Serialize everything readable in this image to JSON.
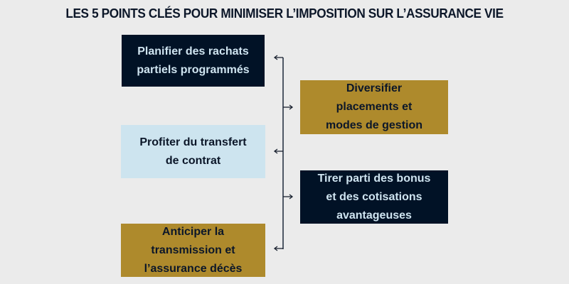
{
  "title": "LES 5 POINTS CLÉS POUR MINIMISER L’IMPOSITION SUR L’ASSURANCE VIE",
  "colors": {
    "background": "#ebebeb",
    "navy": "#011226",
    "gold": "#ae8a2c",
    "light_blue": "#cde4ef",
    "dark_text": "#0c1729",
    "light_text": "#cfe4f0",
    "connector": "#4f5866"
  },
  "points": [
    {
      "label": "Planifier des rachats partiels programmés",
      "style": "navy",
      "side": "left"
    },
    {
      "label": "Diversifier placements et modes de gestion",
      "style": "gold",
      "side": "right"
    },
    {
      "label": "Profiter du transfert de contrat",
      "style": "light-blue",
      "side": "left"
    },
    {
      "label": "Tirer parti des bonus et des cotisations avantageuses",
      "style": "navy",
      "side": "right"
    },
    {
      "label": "Anticiper la transmission et l’assurance décès",
      "style": "gold",
      "side": "left"
    }
  ],
  "connector": {
    "type": "vertical-spine-with-arrows",
    "arrows": [
      "left",
      "right",
      "left",
      "right",
      "left"
    ]
  }
}
